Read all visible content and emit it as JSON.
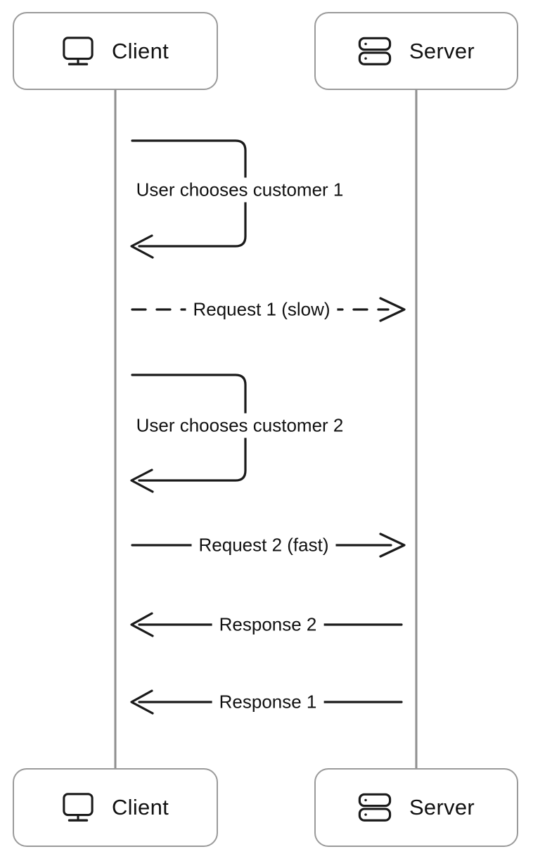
{
  "diagram": {
    "type": "sequence",
    "actors": [
      {
        "id": "client",
        "label": "Client",
        "icon": "monitor-icon"
      },
      {
        "id": "server",
        "label": "Server",
        "icon": "server-icon"
      }
    ],
    "messages": [
      {
        "label": "User chooses customer 1",
        "kind": "self-message",
        "from": "client",
        "to": "client",
        "line": "solid"
      },
      {
        "label": "Request 1 (slow)",
        "kind": "message",
        "from": "client",
        "to": "server",
        "line": "dashed"
      },
      {
        "label": "User chooses customer 2",
        "kind": "self-message",
        "from": "client",
        "to": "client",
        "line": "solid"
      },
      {
        "label": "Request 2 (fast)",
        "kind": "message",
        "from": "client",
        "to": "server",
        "line": "solid"
      },
      {
        "label": "Response 2",
        "kind": "message",
        "from": "server",
        "to": "client",
        "line": "solid"
      },
      {
        "label": "Response 1",
        "kind": "message",
        "from": "server",
        "to": "client",
        "line": "solid"
      }
    ],
    "colors": {
      "background": "#ffffff",
      "message_line": "#1a1a1a",
      "lifeline": "#8f8f8f",
      "actor_border": "#9a9a9a",
      "text": "#111111"
    }
  }
}
